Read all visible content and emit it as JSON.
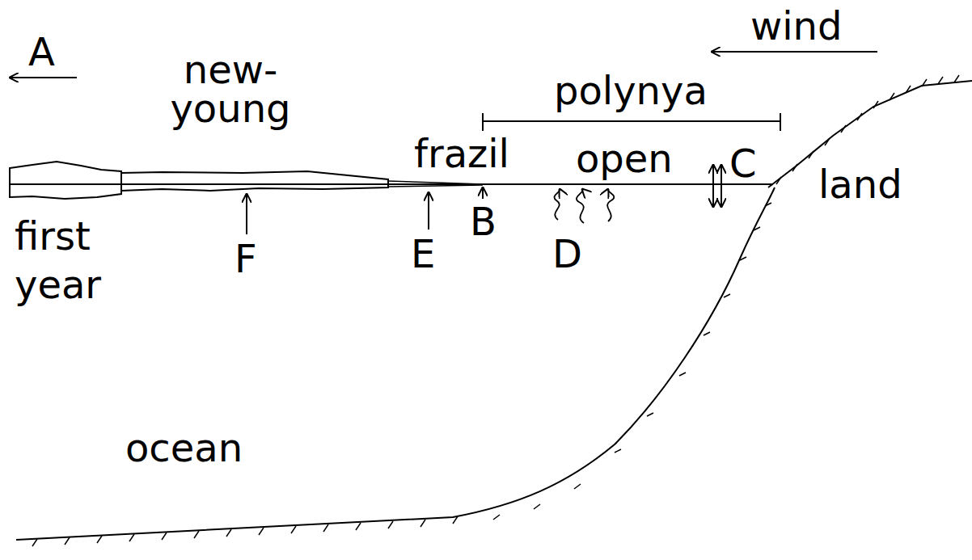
{
  "diagram": {
    "labels": [
      "wind",
      "A",
      "new- young",
      "polynya",
      "frazil",
      "open",
      "C",
      "land",
      "first year",
      "B",
      "D",
      "E",
      "F",
      "ocean"
    ]
  }
}
